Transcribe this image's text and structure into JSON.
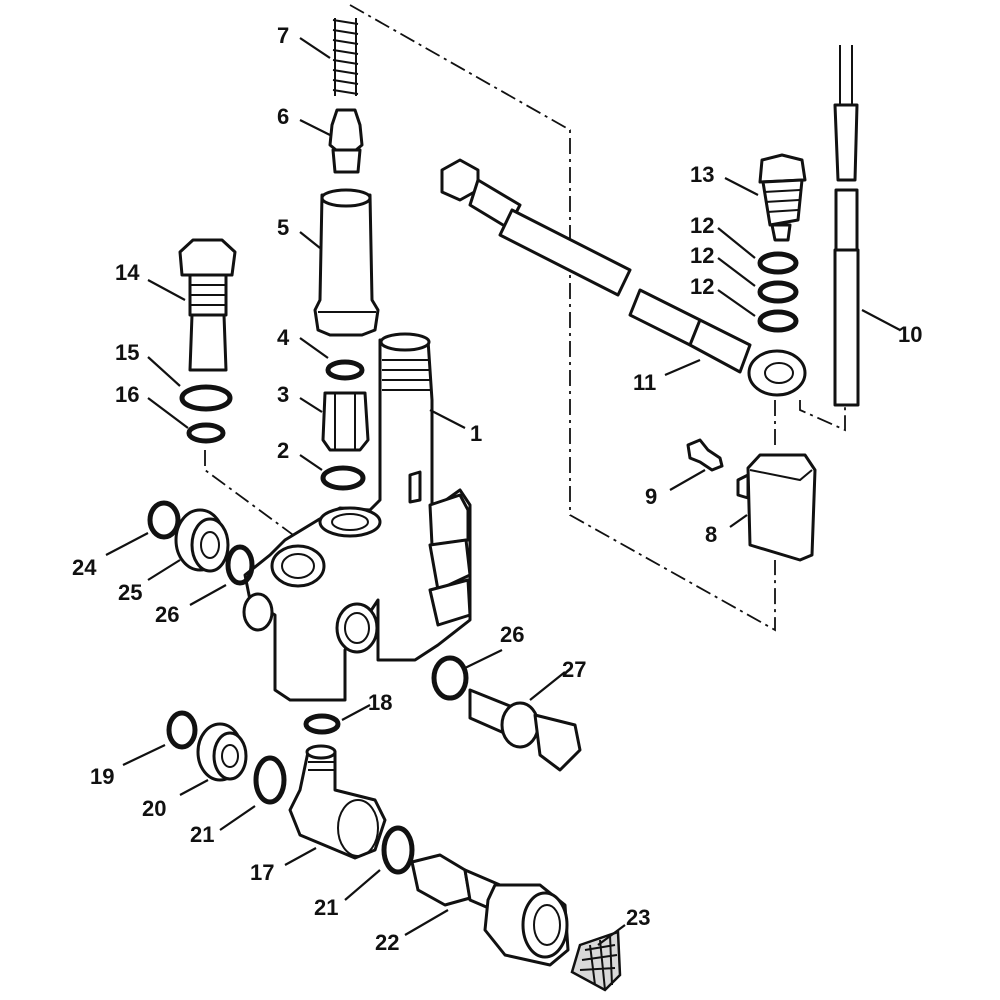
{
  "diagram": {
    "callouts": [
      "1",
      "2",
      "3",
      "4",
      "5",
      "6",
      "7",
      "8",
      "9",
      "10",
      "11",
      "12",
      "12",
      "12",
      "13",
      "14",
      "15",
      "16",
      "17",
      "18",
      "19",
      "20",
      "21",
      "21",
      "22",
      "23",
      "24",
      "25",
      "26",
      "26",
      "27"
    ]
  }
}
